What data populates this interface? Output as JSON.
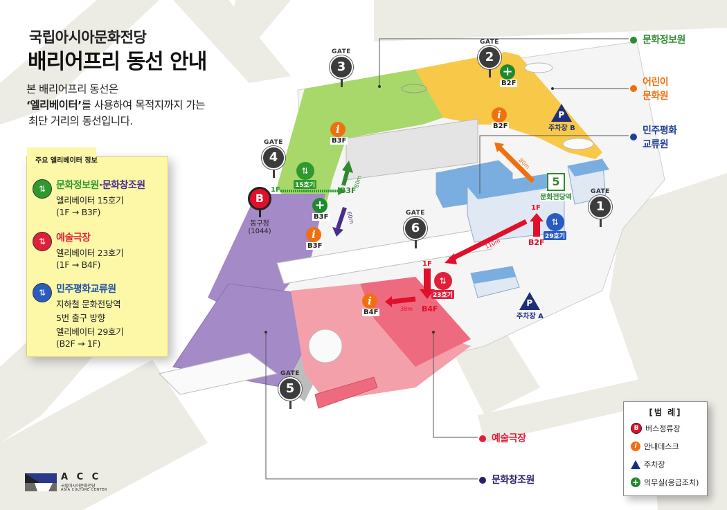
{
  "header": {
    "title_line1": "국립아시아문화전당",
    "title_line2": "배리어프리 동선 안내",
    "description_line1": "본 배리어프리 동선은",
    "description_line2_bold": "‘엘리베이터’",
    "description_line2_rest": "를 사용하여 목적지까지 가는",
    "description_line3": "최단 거리의 동선입니다."
  },
  "elevator_info": {
    "heading": "주요 엘리베이터 정보",
    "items": [
      {
        "title_a": "문화정보원",
        "title_sep": "·",
        "title_b": "문화창조원",
        "color_a": "#2e9a2e",
        "color_b": "#4a2d8a",
        "icon_color": "#2e9a2e",
        "lines": [
          "엘리베이터 15호기",
          "(1F → B3F)"
        ]
      },
      {
        "title_a": "예술극장",
        "color_a": "#e0203a",
        "icon_color": "#e0203a",
        "lines": [
          "엘리베이터 23호기",
          "(1F → B4F)"
        ]
      },
      {
        "title_a": "민주평화교류원",
        "color_a": "#1f4fa8",
        "icon_color": "#2a5cc0",
        "lines": [
          "지하철 문화전당역",
          "5번 출구 방향",
          "엘리베이터 29호기",
          "(B2F → 1F)"
        ]
      }
    ]
  },
  "callouts": [
    {
      "label": "문화정보원",
      "color": "#2e8b2e"
    },
    {
      "label_line1": "어린이",
      "label_line2": "문화원",
      "color": "#f07010"
    },
    {
      "label_line1": "민주평화",
      "label_line2": "교류원",
      "color": "#1f3f9a"
    },
    {
      "label": "예술극장",
      "color": "#e0203a"
    },
    {
      "label": "문화창조원",
      "color": "#2e1f6e"
    }
  ],
  "gates": [
    {
      "prefix": "GATE",
      "number": "1"
    },
    {
      "prefix": "GATE",
      "number": "2"
    },
    {
      "prefix": "GATE",
      "number": "3"
    },
    {
      "prefix": "GATE",
      "number": "4"
    },
    {
      "prefix": "GATE",
      "number": "5"
    },
    {
      "prefix": "GATE",
      "number": "6"
    }
  ],
  "map_markers": {
    "info_b3f_top": "B3F",
    "info_b2f": "B2F",
    "firstaid_b2f": "B2F",
    "firstaid_b3f": "B3F",
    "info_b3f_bottom": "B3F",
    "info_b4f": "B4F",
    "bus_stop_letter": "B",
    "bus_stop_name": "동구청",
    "bus_stop_number": "(1044)",
    "elevator_15": "15호기",
    "elevator_23": "23호기",
    "elevator_29": "29호기",
    "route_green_from": "1F",
    "route_green_to": "B3F",
    "route_green_dist": "80m",
    "route_purple_dist": "60m",
    "route_orange_dist": "80m",
    "route_red_dist": "110m",
    "route_red_from": "1F",
    "route_red_to": "B4F",
    "route_red_short_dist": "38m",
    "route_blue_from": "B2F",
    "route_blue_to": "1F",
    "subway_number": "5",
    "subway_name": "문화전당역",
    "parking_a_symbol": "P",
    "parking_a": "주차장 A",
    "parking_b_symbol": "P",
    "parking_b": "주차장 B",
    "info_symbol": "i",
    "cross_symbol": "+"
  },
  "legend": {
    "title": "[범 례]",
    "items": [
      {
        "icon": "bus-stop-icon",
        "symbol": "B",
        "label": "버스정류장",
        "color": "#e0102a"
      },
      {
        "icon": "info-desk-icon",
        "symbol": "i",
        "label": "안내데스크",
        "color": "#f07010"
      },
      {
        "icon": "parking-icon",
        "symbol": "P",
        "label": "주차장",
        "color": "#1e2e78"
      },
      {
        "icon": "first-aid-icon",
        "symbol": "+",
        "label": "의무실(응급조치)",
        "color": "#1f8a2a"
      }
    ]
  },
  "logo": {
    "wordmark": "A C C",
    "korean": "국립아시아문화전당",
    "english": "ASIA CULTURE CENTER"
  },
  "colors": {
    "green_zone": "#a8d86a",
    "yellow_zone": "#f8c848",
    "purple_zone": "#a58ac8",
    "pink_zone": "#f4a0aa",
    "blue_building": "#7aaee0",
    "road": "#ecebe4"
  }
}
